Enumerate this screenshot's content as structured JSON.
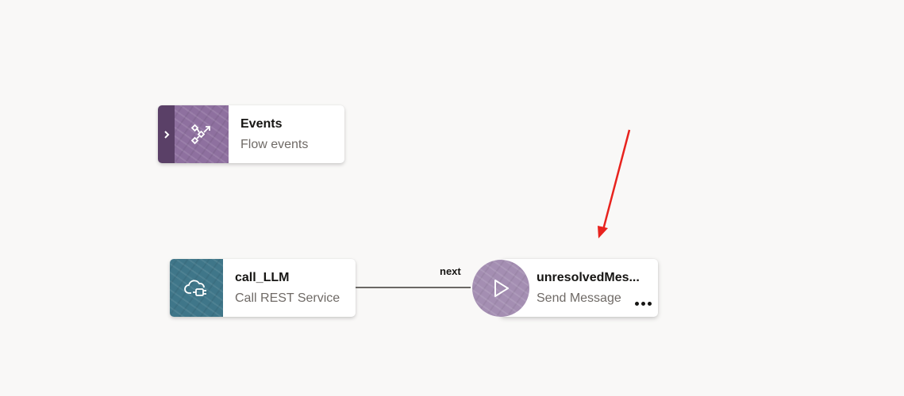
{
  "canvas": {
    "background": "#f9f8f7"
  },
  "nodes": {
    "events": {
      "title": "Events",
      "subtitle": "Flow events",
      "icon": "flow-events-icon",
      "expand_icon": "chevron-right-icon",
      "color": "#8e709f"
    },
    "call_llm": {
      "title": "call_LLM",
      "subtitle": "Call REST Service",
      "icon": "cloud-plug-icon",
      "color": "#3f7689"
    },
    "unresolved": {
      "title": "unresolvedMes...",
      "subtitle": "Send Message",
      "icon": "play-icon",
      "menu_icon": "more-options-icon",
      "color": "#a48eb2"
    }
  },
  "edges": [
    {
      "from": "call_LLM",
      "to": "unresolvedMes...",
      "label": "next"
    }
  ],
  "annotation": {
    "type": "arrow",
    "color": "#e8231e"
  }
}
